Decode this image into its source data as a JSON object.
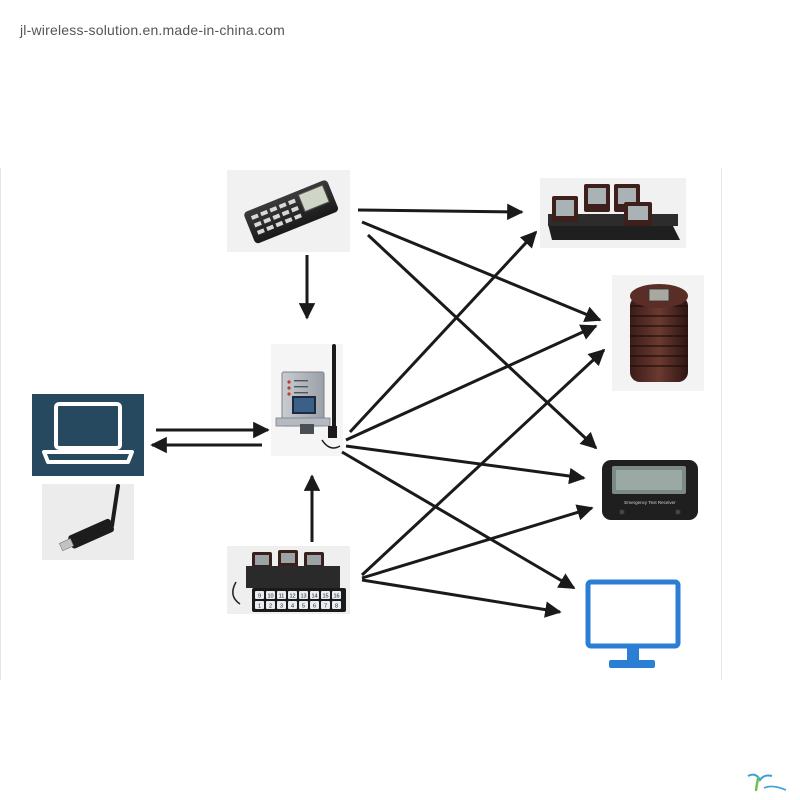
{
  "header": {
    "source_text": "jl-wireless-solution.en.made-in-china.com"
  },
  "diagram": {
    "sources": [
      "keypad-transmitter",
      "computer-with-usb-dongle",
      "calling-system-keypad-with-pagers"
    ],
    "hub": "wireless-receiver-base-station",
    "receivers": [
      "coaster-pagers-in-charging-rack",
      "stacked-coaster-pagers",
      "alphanumeric-pager",
      "monitor-display"
    ]
  },
  "devices": {
    "pager_display_text": "Emergency Text Receiver",
    "keypad_numbers_row1": [
      "9",
      "10",
      "11",
      "12",
      "13",
      "14",
      "15",
      "16"
    ],
    "keypad_numbers_row2": [
      "1",
      "2",
      "3",
      "4",
      "5",
      "6",
      "7",
      "8"
    ]
  },
  "colors": {
    "arrow": "#1a1a1a",
    "computer_bg": "#26495f",
    "monitor": "#2a7fd4"
  }
}
